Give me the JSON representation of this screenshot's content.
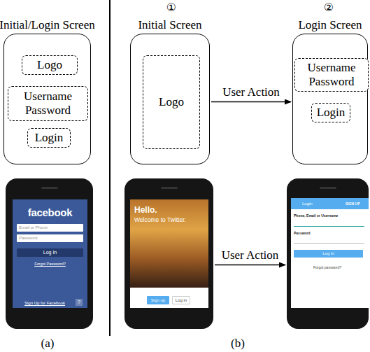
{
  "diagram": {
    "nodes": [
      {
        "text": [
          "Initial/Login Screen"
        ]
      },
      {
        "text": [
          "Logo"
        ],
        "in": 0
      },
      {
        "text": [
          "Username Password"
        ],
        "in": 0
      },
      {
        "text": [
          "Login"
        ],
        "in": 0
      },
      {
        "text": [
          "Initial Screen"
        ]
      },
      {
        "text": [
          "Logo"
        ],
        "in": 4
      },
      {
        "text": [
          "Login Screen"
        ]
      },
      {
        "text": [
          "Username Password"
        ],
        "in": 6
      },
      {
        "text": [
          "Login"
        ],
        "in": 6
      },
      {
        "text": [
          "facebook",
          "Email or Phone",
          "Password",
          "Log In",
          "Forgot Password?",
          "Sign Up for Facebook",
          "?"
        ]
      },
      {
        "text": [
          "Hello.",
          "Welcome to Twitter.",
          "Sign up",
          "Log in"
        ]
      },
      {
        "text": [
          "Login",
          "SIGN UP",
          "Phone, Email or Username",
          "Password",
          "Log in",
          "Forgot password?"
        ]
      }
    ],
    "edges": [
      {
        "from": 4,
        "to": 6,
        "label": "User Action",
        "arrow": "to"
      },
      {
        "from": 10,
        "to": 11,
        "label": "User Action",
        "arrow": "to"
      }
    ],
    "labels": [
      "①",
      "②",
      "(a)",
      "(b)"
    ]
  }
}
